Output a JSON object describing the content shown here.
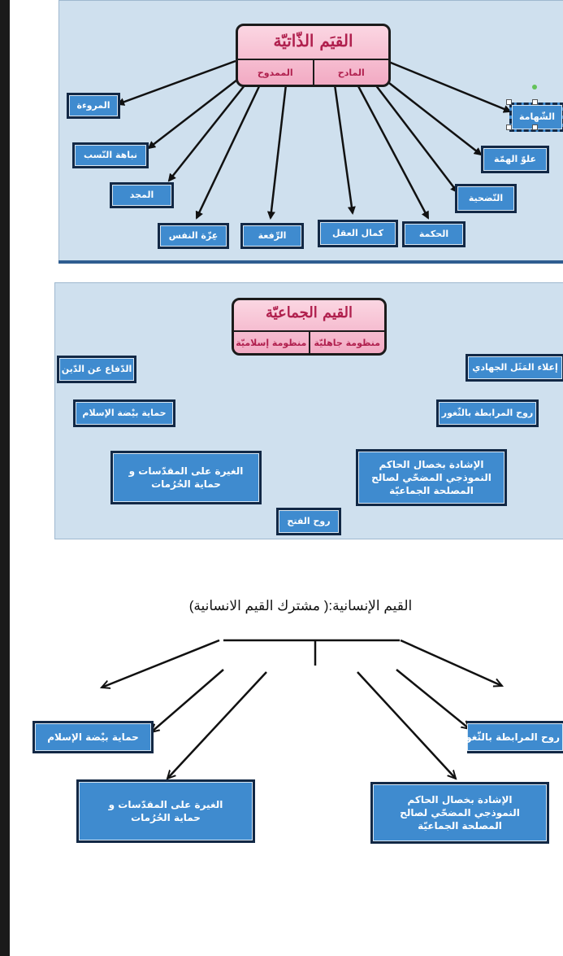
{
  "self_values": {
    "title": "القيَم الذّاتيّة",
    "sub": [
      "المادح",
      "الممدوح"
    ],
    "nodes": {
      "muruwwa": "المروءة",
      "nabaha": "نباهة النّسب",
      "majd": "المجد",
      "izza": "عِزّة النفس",
      "rifaa": "الرِّفعة",
      "kamal": "كمال العقل",
      "hikma": "الحكمة",
      "tadhiya": "التّضحية",
      "uluw": "علوّ الهمّة",
      "shahama": "الشّهامة"
    }
  },
  "collective_values": {
    "title": "القيم الجماعيّة",
    "sub": [
      "منظومة جاهليّة",
      "منظومة إسلاميّة"
    ],
    "nodes": {
      "difa": "الدّفاع عن الدّين",
      "himaya": "حماية بيْضة الإسلام",
      "ghayra_1": "الغيرة على المقدّسات و",
      "ghayra_2": "حماية الحُرُمات",
      "ruh_fath": "روح الفتح",
      "ishada_1": "الإشادة بخصال الحاكم",
      "ishada_2": "النموذجي المضحّي لصالح",
      "ishada_3": "المصلحة الجماعيّة",
      "murabata": "روح المرابطة بالثّغور",
      "ilaa": "إعلاء المَثَل الجهادي"
    }
  },
  "human_values": {
    "heading": "القيم الإنسانية:( مشترك القيم الانسانية)",
    "nodes": {
      "himaya": "حماية بيْضة الإسلام",
      "ghayra_1": "الغيرة على المقدّسات و",
      "ghayra_2": "حماية الحُرُمات",
      "ishada_1": "الإشادة بخصال الحاكم",
      "ishada_2": "النموذجي المضحّي لصالح",
      "ishada_3": "المصلحة الجماعيّة",
      "murabata": "روح المرابطة بالثّغور"
    }
  }
}
